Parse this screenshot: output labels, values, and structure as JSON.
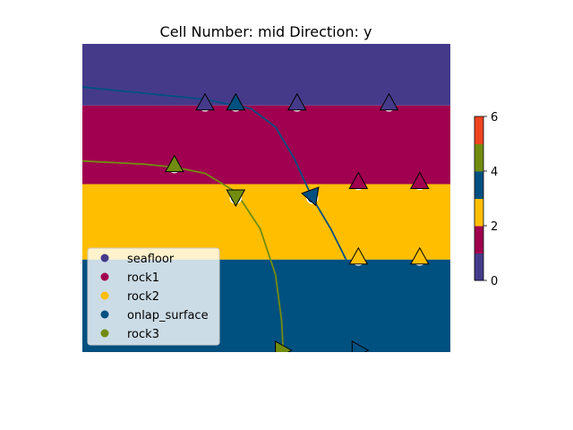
{
  "chart_data": {
    "type": "scatter",
    "title": "Cell Number: mid Direction: y",
    "xlabel": "",
    "ylabel": "",
    "xlim": [
      0,
      12
    ],
    "ylim": [
      0,
      10
    ],
    "grid": false,
    "legend": {
      "placement": "lower-left",
      "entries": [
        {
          "label": "seafloor",
          "color": "#453a8a"
        },
        {
          "label": "rock1",
          "color": "#a0004f"
        },
        {
          "label": "rock2",
          "color": "#ffbe00"
        },
        {
          "label": "onlap_surface",
          "color": "#005080"
        },
        {
          "label": "rock3",
          "color": "#728c0f"
        }
      ]
    },
    "layers": [
      {
        "name": "seafloor",
        "y0": 8,
        "y1": 10,
        "color": "#453a8a"
      },
      {
        "name": "rock1",
        "y0": 5.45,
        "y1": 8,
        "color": "#a0004f"
      },
      {
        "name": "rock2",
        "y0": 3,
        "y1": 5.45,
        "color": "#ffbe00"
      },
      {
        "name": "onlap_surface",
        "y0": 0,
        "y1": 3,
        "color": "#005080"
      }
    ],
    "series": [
      {
        "name": "seafloor",
        "color": "#453a8a",
        "points": [
          [
            4.0,
            8.0
          ],
          [
            7.0,
            8.0
          ],
          [
            10.0,
            8.0
          ]
        ],
        "orientations": [
          [
            4.0,
            8.0,
            "up"
          ],
          [
            7.0,
            8.0,
            "up"
          ],
          [
            10.0,
            8.0,
            "up"
          ]
        ]
      },
      {
        "name": "rock1",
        "color": "#a0004f",
        "points": [
          [
            9.0,
            5.45
          ],
          [
            11.0,
            5.45
          ]
        ],
        "orientations": [
          [
            9.0,
            5.45,
            "up"
          ],
          [
            11.0,
            5.45,
            "up"
          ]
        ]
      },
      {
        "name": "rock2",
        "color": "#ffbe00",
        "points": [
          [
            9.0,
            3.0
          ],
          [
            11.0,
            3.0
          ]
        ],
        "orientations": [
          [
            9.0,
            3.0,
            "up"
          ],
          [
            11.0,
            3.0,
            "up"
          ]
        ]
      },
      {
        "name": "onlap_surface",
        "color": "#005080",
        "points": [
          [
            5.0,
            8.0
          ],
          [
            7.5,
            5.0
          ],
          [
            9.0,
            0.0
          ]
        ],
        "orientations": [
          [
            5.0,
            8.0,
            "up"
          ],
          [
            7.5,
            5.0,
            "down-right"
          ],
          [
            9.0,
            0.0,
            "right"
          ]
        ]
      },
      {
        "name": "rock3",
        "color": "#728c0f",
        "points": [
          [
            3.0,
            6.0
          ],
          [
            5.0,
            5.0
          ],
          [
            6.5,
            0.0
          ]
        ],
        "orientations": [
          [
            3.0,
            6.0,
            "up"
          ],
          [
            5.0,
            5.0,
            "down"
          ],
          [
            6.5,
            0.0,
            "right"
          ]
        ]
      }
    ],
    "contours": [
      {
        "name": "onlap_surface",
        "color": "#005080",
        "points": [
          [
            0,
            8.6
          ],
          [
            2,
            8.4
          ],
          [
            4,
            8.2
          ],
          [
            5.5,
            7.9
          ],
          [
            6.3,
            7.3
          ],
          [
            6.9,
            6.3
          ],
          [
            7.5,
            5.0
          ],
          [
            8.1,
            4.0
          ],
          [
            8.6,
            3.0
          ]
        ]
      },
      {
        "name": "rock3",
        "color": "#728c0f",
        "points": [
          [
            0,
            6.2
          ],
          [
            2,
            6.1
          ],
          [
            3,
            6.0
          ],
          [
            4,
            5.8
          ],
          [
            5,
            5.2
          ],
          [
            5.8,
            4.0
          ],
          [
            6.3,
            2.5
          ],
          [
            6.5,
            1.0
          ],
          [
            6.55,
            0
          ]
        ]
      }
    ],
    "colorbar": {
      "range": [
        0,
        6
      ],
      "ticks": [
        "0",
        "2",
        "4",
        "6"
      ],
      "colors": [
        "#453a8a",
        "#a0004f",
        "#ffbe00",
        "#005080",
        "#728c0f",
        "#f0441f"
      ]
    }
  }
}
